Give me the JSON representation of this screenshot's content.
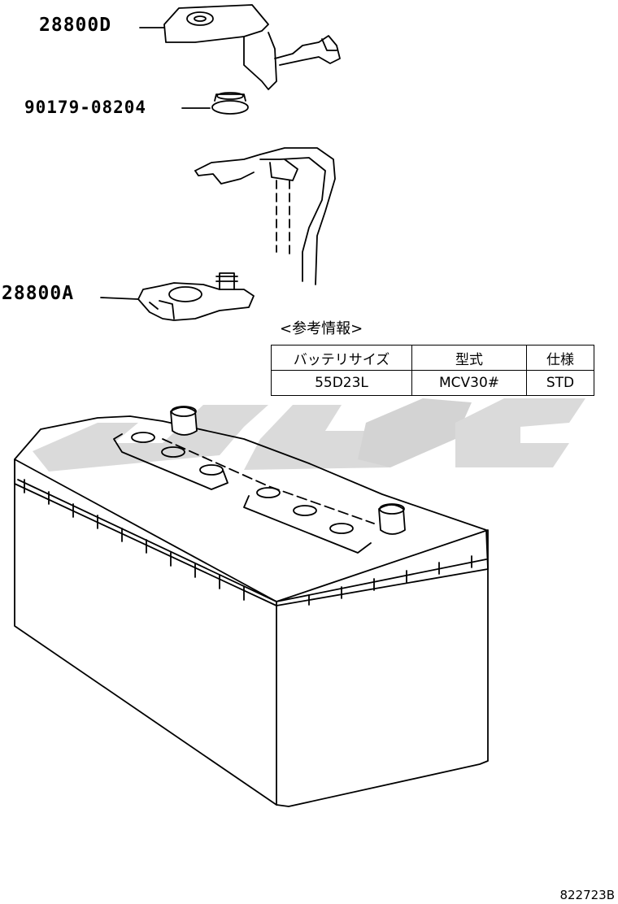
{
  "labels": {
    "terminal_cover": "28800D",
    "nut": "90179-08204",
    "terminal_clamp": "28800A"
  },
  "reference": {
    "title": "<参考情報>",
    "headers": [
      "バッテリサイズ",
      "型式",
      "仕様"
    ],
    "row": [
      "55D23L",
      "MCV30#",
      "STD"
    ]
  },
  "diagram_code": "822723B",
  "watermark": {
    "color": "#d6d6d6"
  }
}
